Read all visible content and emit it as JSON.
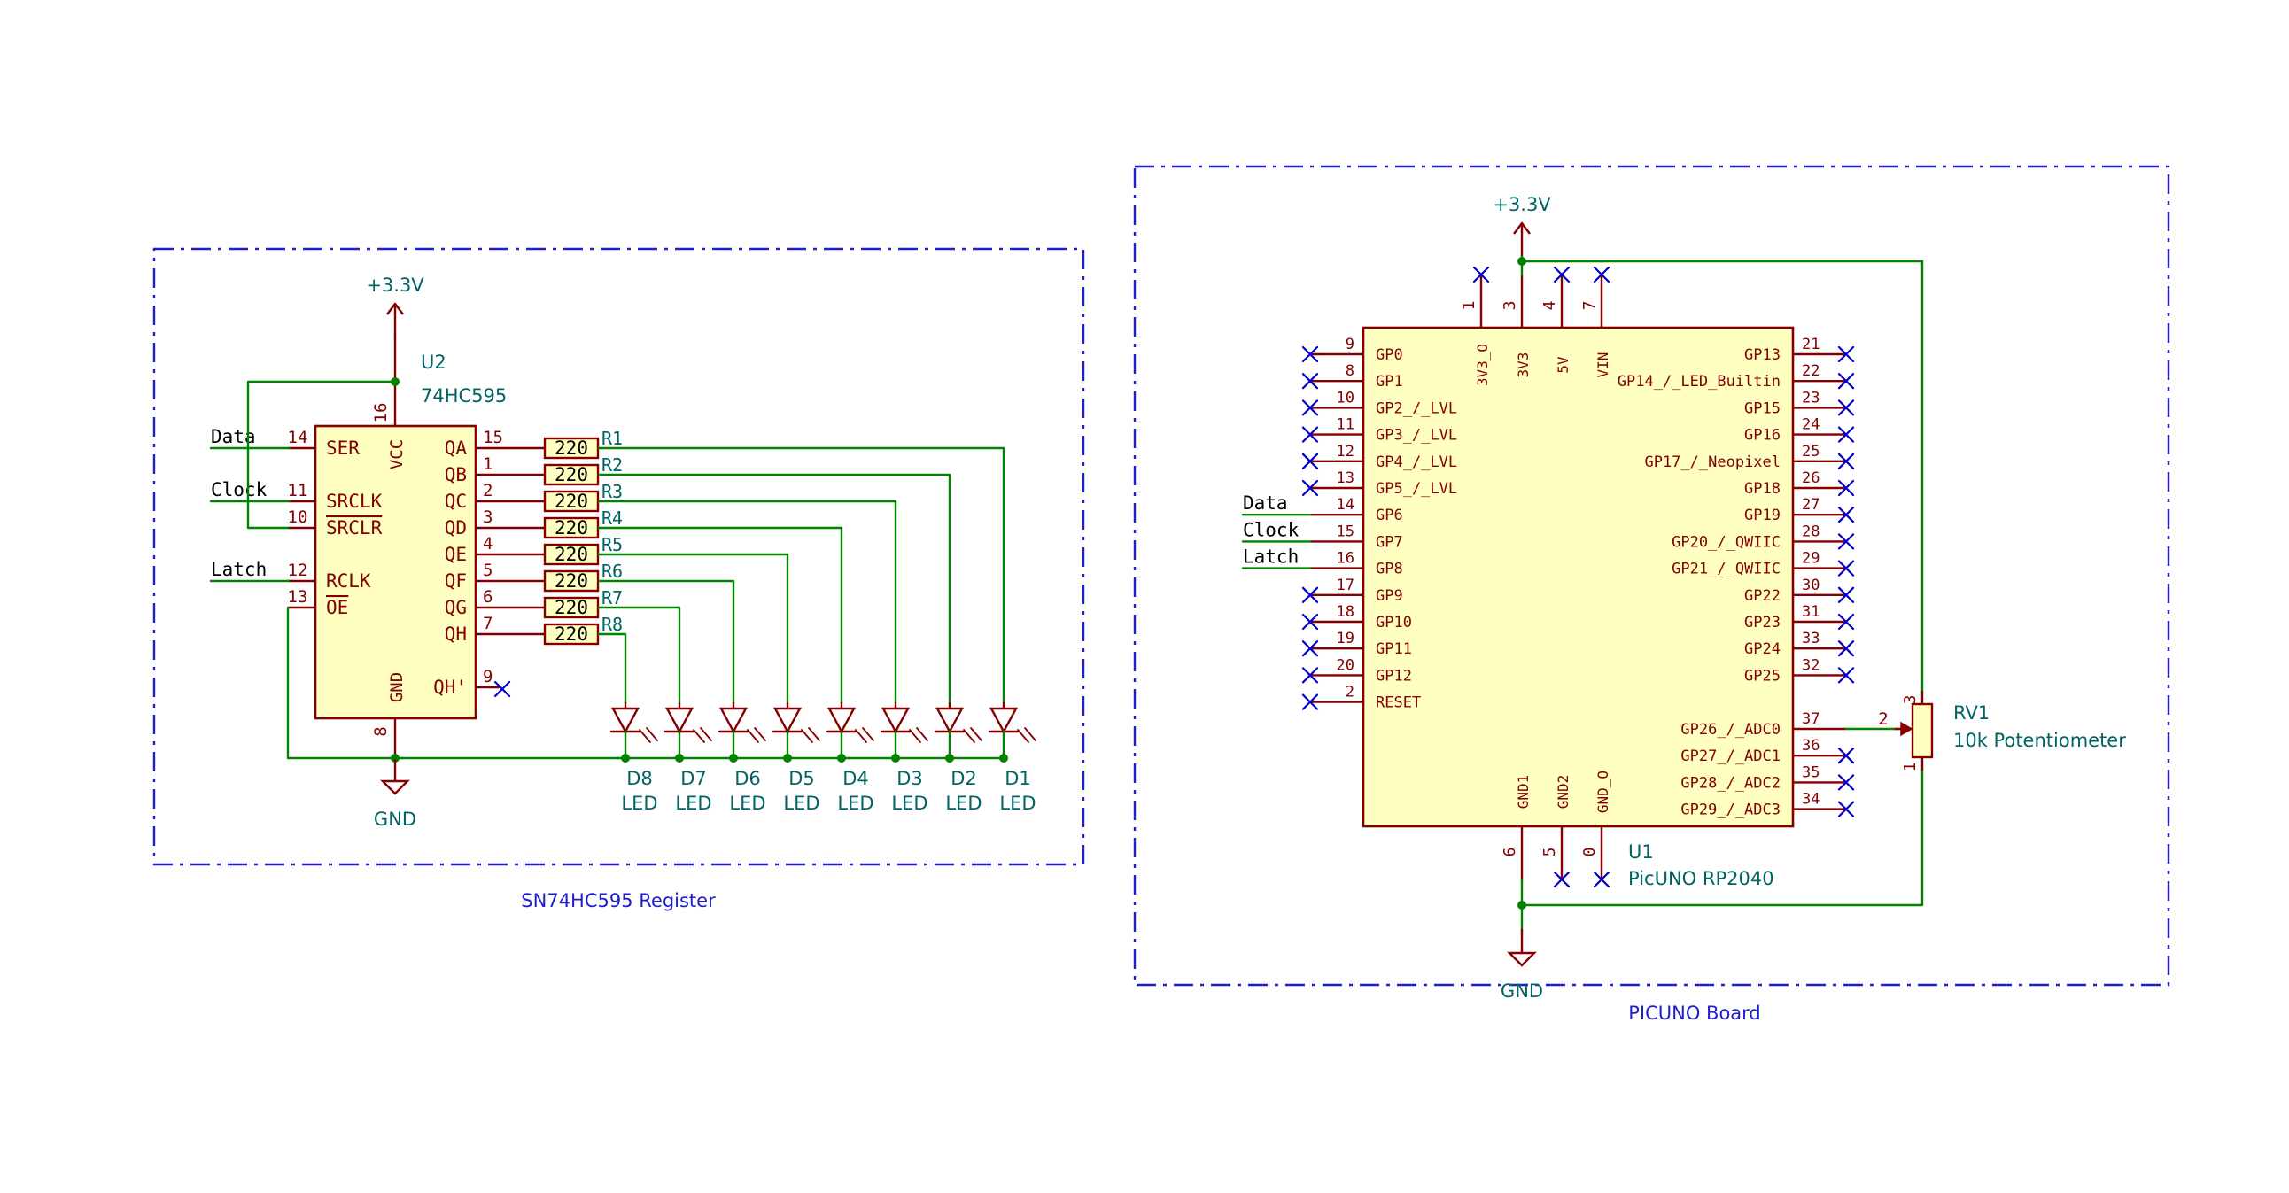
{
  "colors": {
    "wire": "#008400",
    "component_outline": "#840000",
    "component_fill": "#ffffc2",
    "pin_text": "#840000",
    "label_text": "#000000",
    "ref_text": "#006464",
    "frame": "#1e1ecd",
    "noconnect": "#0000c8",
    "power": "#840000",
    "junction": "#008400"
  },
  "left_block": {
    "frame_label": "SN74HC595 Register",
    "power_label": "+3.3V",
    "gnd_label": "GND",
    "ic": {
      "ref": "U2",
      "value": "74HC595",
      "vcc_label": "VCC",
      "gnd_label": "GND",
      "vcc_pin": "16",
      "gnd_pin": "8",
      "left_pins": [
        {
          "name": "SER",
          "num": "14",
          "net": "Data"
        },
        {
          "name": "SRCLK",
          "num": "11",
          "net": "Clock"
        },
        {
          "name": "SRCLR",
          "num": "10",
          "net": ""
        },
        {
          "name": "RCLK",
          "num": "12",
          "net": "Latch"
        },
        {
          "name": "OE",
          "num": "13",
          "net": ""
        }
      ],
      "right_pins": [
        {
          "name": "QA",
          "num": "15",
          "res": "R1",
          "led": "D1"
        },
        {
          "name": "QB",
          "num": "1",
          "res": "R2",
          "led": "D2"
        },
        {
          "name": "QC",
          "num": "2",
          "res": "R3",
          "led": "D3"
        },
        {
          "name": "QD",
          "num": "3",
          "res": "R4",
          "led": "D4"
        },
        {
          "name": "QE",
          "num": "4",
          "res": "R5",
          "led": "D5"
        },
        {
          "name": "QF",
          "num": "5",
          "res": "R6",
          "led": "D6"
        },
        {
          "name": "QG",
          "num": "6",
          "res": "R7",
          "led": "D7"
        },
        {
          "name": "QH",
          "num": "7",
          "res": "R8",
          "led": "D8"
        }
      ],
      "qh_prime": {
        "name": "QH'",
        "num": "9"
      }
    },
    "resistor_value": "220",
    "led_value": "LED",
    "leds_ordered": [
      "D8",
      "D7",
      "D6",
      "D5",
      "D4",
      "D3",
      "D2",
      "D1"
    ]
  },
  "right_block": {
    "frame_label": "PICUNO Board",
    "power_label": "+3.3V",
    "gnd_label": "GND",
    "ic": {
      "ref": "U1",
      "value": "PicUNO RP2040",
      "top_pins": [
        {
          "name": "3V3_O",
          "num": "1",
          "nc": true
        },
        {
          "name": "3V3",
          "num": "3",
          "nc": false
        },
        {
          "name": "5V",
          "num": "4",
          "nc": true
        },
        {
          "name": "VIN",
          "num": "7",
          "nc": true
        }
      ],
      "bottom_pins": [
        {
          "name": "GND1",
          "num": "6",
          "nc": false
        },
        {
          "name": "GND2",
          "num": "5",
          "nc": true
        },
        {
          "name": "GND_O",
          "num": "0",
          "nc": true
        }
      ],
      "left_pins": [
        {
          "name": "GP0",
          "num": "9",
          "net": ""
        },
        {
          "name": "GP1",
          "num": "8",
          "net": ""
        },
        {
          "name": "GP2_/_LVL",
          "num": "10",
          "net": ""
        },
        {
          "name": "GP3_/_LVL",
          "num": "11",
          "net": ""
        },
        {
          "name": "GP4_/_LVL",
          "num": "12",
          "net": ""
        },
        {
          "name": "GP5_/_LVL",
          "num": "13",
          "net": ""
        },
        {
          "name": "GP6",
          "num": "14",
          "net": "Data"
        },
        {
          "name": "GP7",
          "num": "15",
          "net": "Clock"
        },
        {
          "name": "GP8",
          "num": "16",
          "net": "Latch"
        },
        {
          "name": "GP9",
          "num": "17",
          "net": ""
        },
        {
          "name": "GP10",
          "num": "18",
          "net": ""
        },
        {
          "name": "GP11",
          "num": "19",
          "net": ""
        },
        {
          "name": "GP12",
          "num": "20",
          "net": ""
        },
        {
          "name": "RESET",
          "num": "2",
          "net": ""
        }
      ],
      "right_pins": [
        {
          "name": "GP13",
          "num": "21",
          "nc": true
        },
        {
          "name": "GP14_/_LED_Builtin",
          "num": "22",
          "nc": true
        },
        {
          "name": "GP15",
          "num": "23",
          "nc": true
        },
        {
          "name": "GP16",
          "num": "24",
          "nc": true
        },
        {
          "name": "GP17_/_Neopixel",
          "num": "25",
          "nc": true
        },
        {
          "name": "GP18",
          "num": "26",
          "nc": true
        },
        {
          "name": "GP19",
          "num": "27",
          "nc": true
        },
        {
          "name": "GP20_/_QWIIC",
          "num": "28",
          "nc": true
        },
        {
          "name": "GP21_/_QWIIC",
          "num": "29",
          "nc": true
        },
        {
          "name": "GP22",
          "num": "30",
          "nc": true
        },
        {
          "name": "GP23",
          "num": "31",
          "nc": true
        },
        {
          "name": "GP24",
          "num": "33",
          "nc": true
        },
        {
          "name": "GP25",
          "num": "32",
          "nc": true
        },
        {
          "name": "GP26_/_ADC0",
          "num": "37",
          "nc": false
        },
        {
          "name": "GP27_/_ADC1",
          "num": "36",
          "nc": true
        },
        {
          "name": "GP28_/_ADC2",
          "num": "35",
          "nc": true
        },
        {
          "name": "GP29_/_ADC3",
          "num": "34",
          "nc": true
        }
      ]
    },
    "pot": {
      "ref": "RV1",
      "value": "10k Potentiometer",
      "pin_top": "3",
      "pin_wiper": "2",
      "pin_bottom": "1"
    }
  }
}
